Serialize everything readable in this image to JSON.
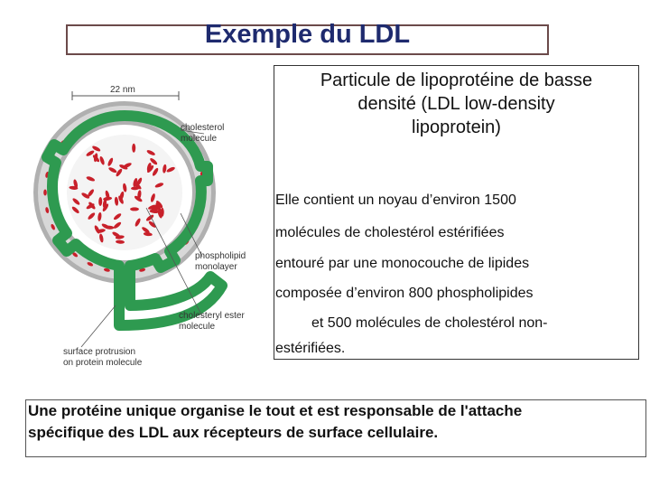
{
  "title": "Exemple du LDL",
  "diagram": {
    "scale_label": "22 nm",
    "labels": {
      "cholesterol_1": "cholesterol",
      "cholesterol_2": "molecule",
      "phospholipid_1": "phospholipid",
      "phospholipid_2": "monolayer",
      "ester_1": "cholesteryl ester",
      "ester_2": "molecule",
      "protrusion_1": "surface protrusion",
      "protrusion_2": "on protein molecule"
    },
    "colors": {
      "protein": "#2e9a50",
      "ester": "#c8202a",
      "cholesterol": "#c8c8c8"
    }
  },
  "description": {
    "heading_1": "Particule de lipoprotéine de basse",
    "heading_2": "densité (LDL  low-density",
    "heading_3": "lipoprotein)",
    "line_1": "Elle contient un noyau d’environ 1500",
    "line_2": "molécules de cholestérol estérifiées",
    "line_3": "entouré par une monocouche de lipides",
    "line_4": "composée d’environ 800 phospholipides",
    "line_5": "et 500 molécules de cholestérol non-",
    "line_6": "estérifiées."
  },
  "footer": {
    "line_1": "Une protéine unique organise le tout et est responsable de l'attache",
    "line_2": "spécifique des LDL aux récepteurs de surface cellulaire."
  }
}
